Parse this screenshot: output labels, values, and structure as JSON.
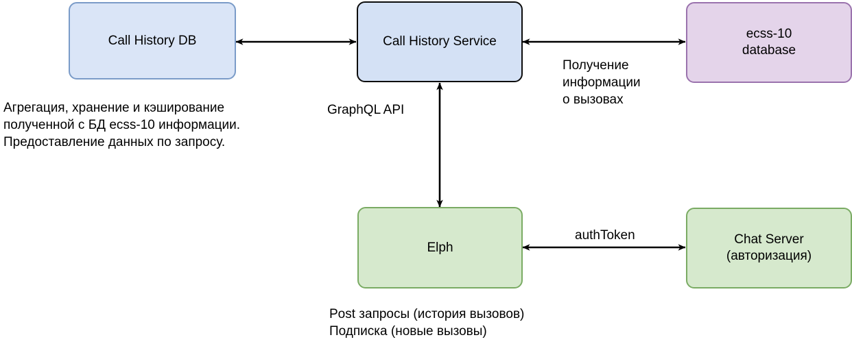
{
  "diagram": {
    "title": "Call History Service architecture diagram",
    "background": "#ffffff",
    "colors": {
      "db_fill": "#dae5f7",
      "db_stroke": "#7a9bc8",
      "service_fill": "#d4e1f5",
      "service_stroke": "#0c0c0c",
      "ecss_fill": "#e4d4ea",
      "ecss_stroke": "#9a72ad",
      "green_fill": "#d6e9cd",
      "green_stroke": "#7aab63",
      "edge_stroke": "#000000",
      "text": "#000000"
    },
    "nodes": [
      {
        "id": "call-history-db",
        "label": "Call History DB"
      },
      {
        "id": "call-history-service",
        "label": "Call History Service"
      },
      {
        "id": "ecss-10-database",
        "label": "ecss-10\ndatabase"
      },
      {
        "id": "elph",
        "label": "Elph"
      },
      {
        "id": "chat-server",
        "label": "Chat Server\n(авторизация)"
      }
    ],
    "edge_labels": [
      {
        "id": "graphql-api",
        "text": "GraphQL API"
      },
      {
        "id": "poluchenie-informacii",
        "text": "Получение\nинформации\nо вызовах"
      },
      {
        "id": "auth-token",
        "text": "authToken"
      }
    ],
    "captions": [
      {
        "id": "db-caption",
        "text": "Агрегация, хранение и кэширование\nполученной с БД ecss-10 информации.\nПредоставление данных по запросу."
      },
      {
        "id": "elph-caption",
        "text": "Post запросы (история вызовов)\nПодписка (новые вызовы)"
      }
    ],
    "edges": [
      {
        "id": "db-service",
        "from": "call-history-db",
        "to": "call-history-service",
        "arrows": "both"
      },
      {
        "id": "service-ecss",
        "from": "call-history-service",
        "to": "ecss-10-database",
        "arrows": "both"
      },
      {
        "id": "service-elph",
        "from": "call-history-service",
        "to": "elph",
        "arrows": "both"
      },
      {
        "id": "elph-chat",
        "from": "elph",
        "to": "chat-server",
        "arrows": "both"
      }
    ]
  }
}
